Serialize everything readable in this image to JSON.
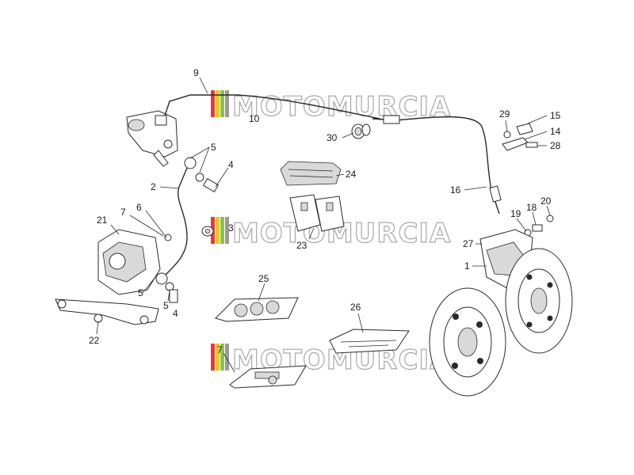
{
  "watermark": {
    "text": "MOTOMURCIA",
    "bar_colors": [
      "#e23b3b",
      "#f2c230",
      "#8cc63f",
      "#9a9a9a"
    ]
  },
  "callouts": [
    {
      "id": "c9",
      "label": "9"
    },
    {
      "id": "c10",
      "label": "10"
    },
    {
      "id": "c5a",
      "label": "5"
    },
    {
      "id": "c4a",
      "label": "4"
    },
    {
      "id": "c2",
      "label": "2"
    },
    {
      "id": "c21",
      "label": "21"
    },
    {
      "id": "c7a",
      "label": "7"
    },
    {
      "id": "c6",
      "label": "6"
    },
    {
      "id": "c3",
      "label": "3"
    },
    {
      "id": "c5b",
      "label": "5"
    },
    {
      "id": "c5c",
      "label": "5"
    },
    {
      "id": "c4b",
      "label": "4"
    },
    {
      "id": "c22",
      "label": "22"
    },
    {
      "id": "c30",
      "label": "30"
    },
    {
      "id": "c24",
      "label": "24"
    },
    {
      "id": "c23",
      "label": "23"
    },
    {
      "id": "c25",
      "label": "25"
    },
    {
      "id": "c26",
      "label": "26"
    },
    {
      "id": "c7b",
      "label": "7"
    },
    {
      "id": "c29",
      "label": "29"
    },
    {
      "id": "c15",
      "label": "15"
    },
    {
      "id": "c14",
      "label": "14"
    },
    {
      "id": "c28",
      "label": "28"
    },
    {
      "id": "c16",
      "label": "16"
    },
    {
      "id": "c20",
      "label": "20"
    },
    {
      "id": "c18",
      "label": "18"
    },
    {
      "id": "c19",
      "label": "19"
    },
    {
      "id": "c27",
      "label": "27"
    },
    {
      "id": "c1",
      "label": "1"
    }
  ]
}
